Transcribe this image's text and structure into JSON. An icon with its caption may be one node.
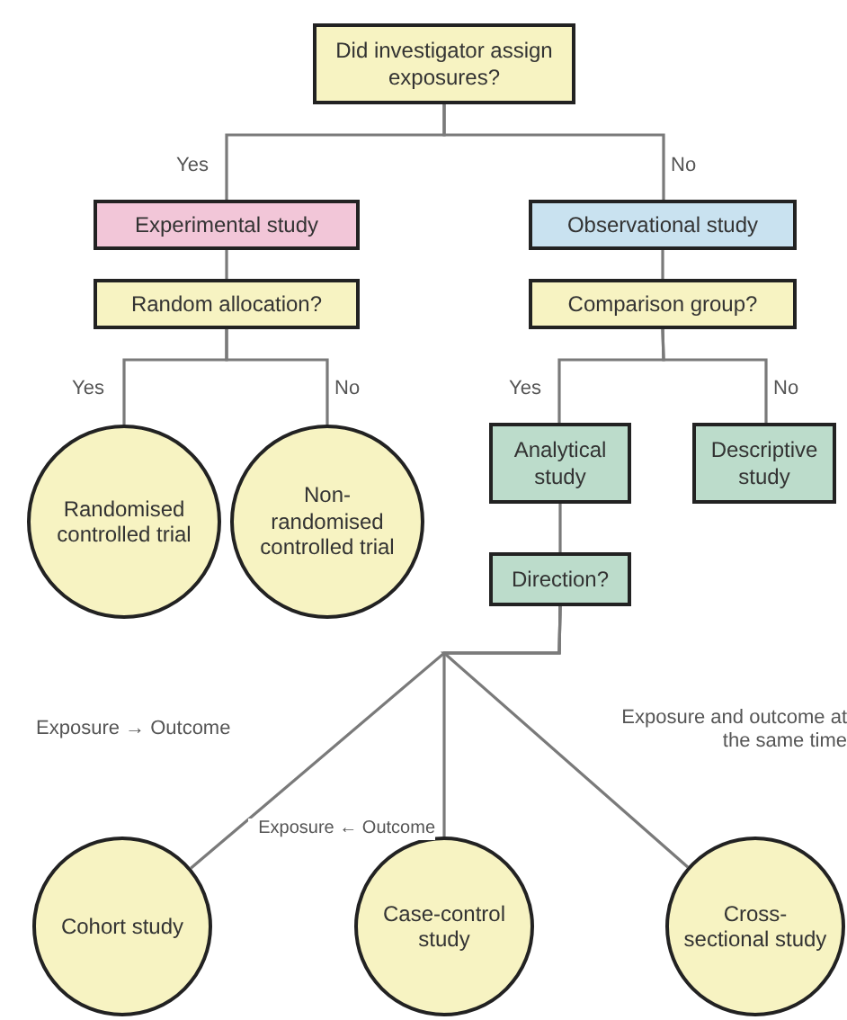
{
  "diagram": {
    "nodes": [
      {
        "text": [
          "Did investigator assign exposures?"
        ]
      },
      {
        "text": [
          "Experimental study"
        ]
      },
      {
        "text": [
          "Random allocation?"
        ]
      },
      {
        "text": [
          "Observational study"
        ]
      },
      {
        "text": [
          "Comparison group?"
        ]
      },
      {
        "text": [
          "Randomised controlled trial"
        ]
      },
      {
        "text": [
          "Non-randomised controlled trial"
        ]
      },
      {
        "text": [
          "Analytical study"
        ]
      },
      {
        "text": [
          "Descriptive study"
        ]
      },
      {
        "text": [
          "Direction?"
        ]
      },
      {
        "text": [
          "Cohort study"
        ]
      },
      {
        "text": [
          "Case-control study"
        ]
      },
      {
        "text": [
          "Cross-sectional study"
        ]
      }
    ],
    "edges": [
      {
        "from": 0,
        "to": 1,
        "arrow": "none",
        "label": "Yes"
      },
      {
        "from": 0,
        "to": 3,
        "arrow": "none",
        "label": "No"
      },
      {
        "from": 1,
        "to": 2,
        "arrow": "none"
      },
      {
        "from": 3,
        "to": 4,
        "arrow": "none"
      },
      {
        "from": 2,
        "to": 5,
        "arrow": "none",
        "label": "Yes"
      },
      {
        "from": 2,
        "to": 6,
        "arrow": "none",
        "label": "No"
      },
      {
        "from": 4,
        "to": 7,
        "arrow": "none",
        "label": "Yes"
      },
      {
        "from": 4,
        "to": 8,
        "arrow": "none",
        "label": "No"
      },
      {
        "from": 7,
        "to": 9,
        "arrow": "none"
      },
      {
        "from": 9,
        "to": 10,
        "arrow": "none",
        "label": "Exposure → Outcome"
      },
      {
        "from": 9,
        "to": 11,
        "arrow": "none",
        "label": "Exposure ← Outcome"
      },
      {
        "from": 9,
        "to": 12,
        "arrow": "none",
        "label": "Exposure and outcome at the same time"
      }
    ]
  }
}
